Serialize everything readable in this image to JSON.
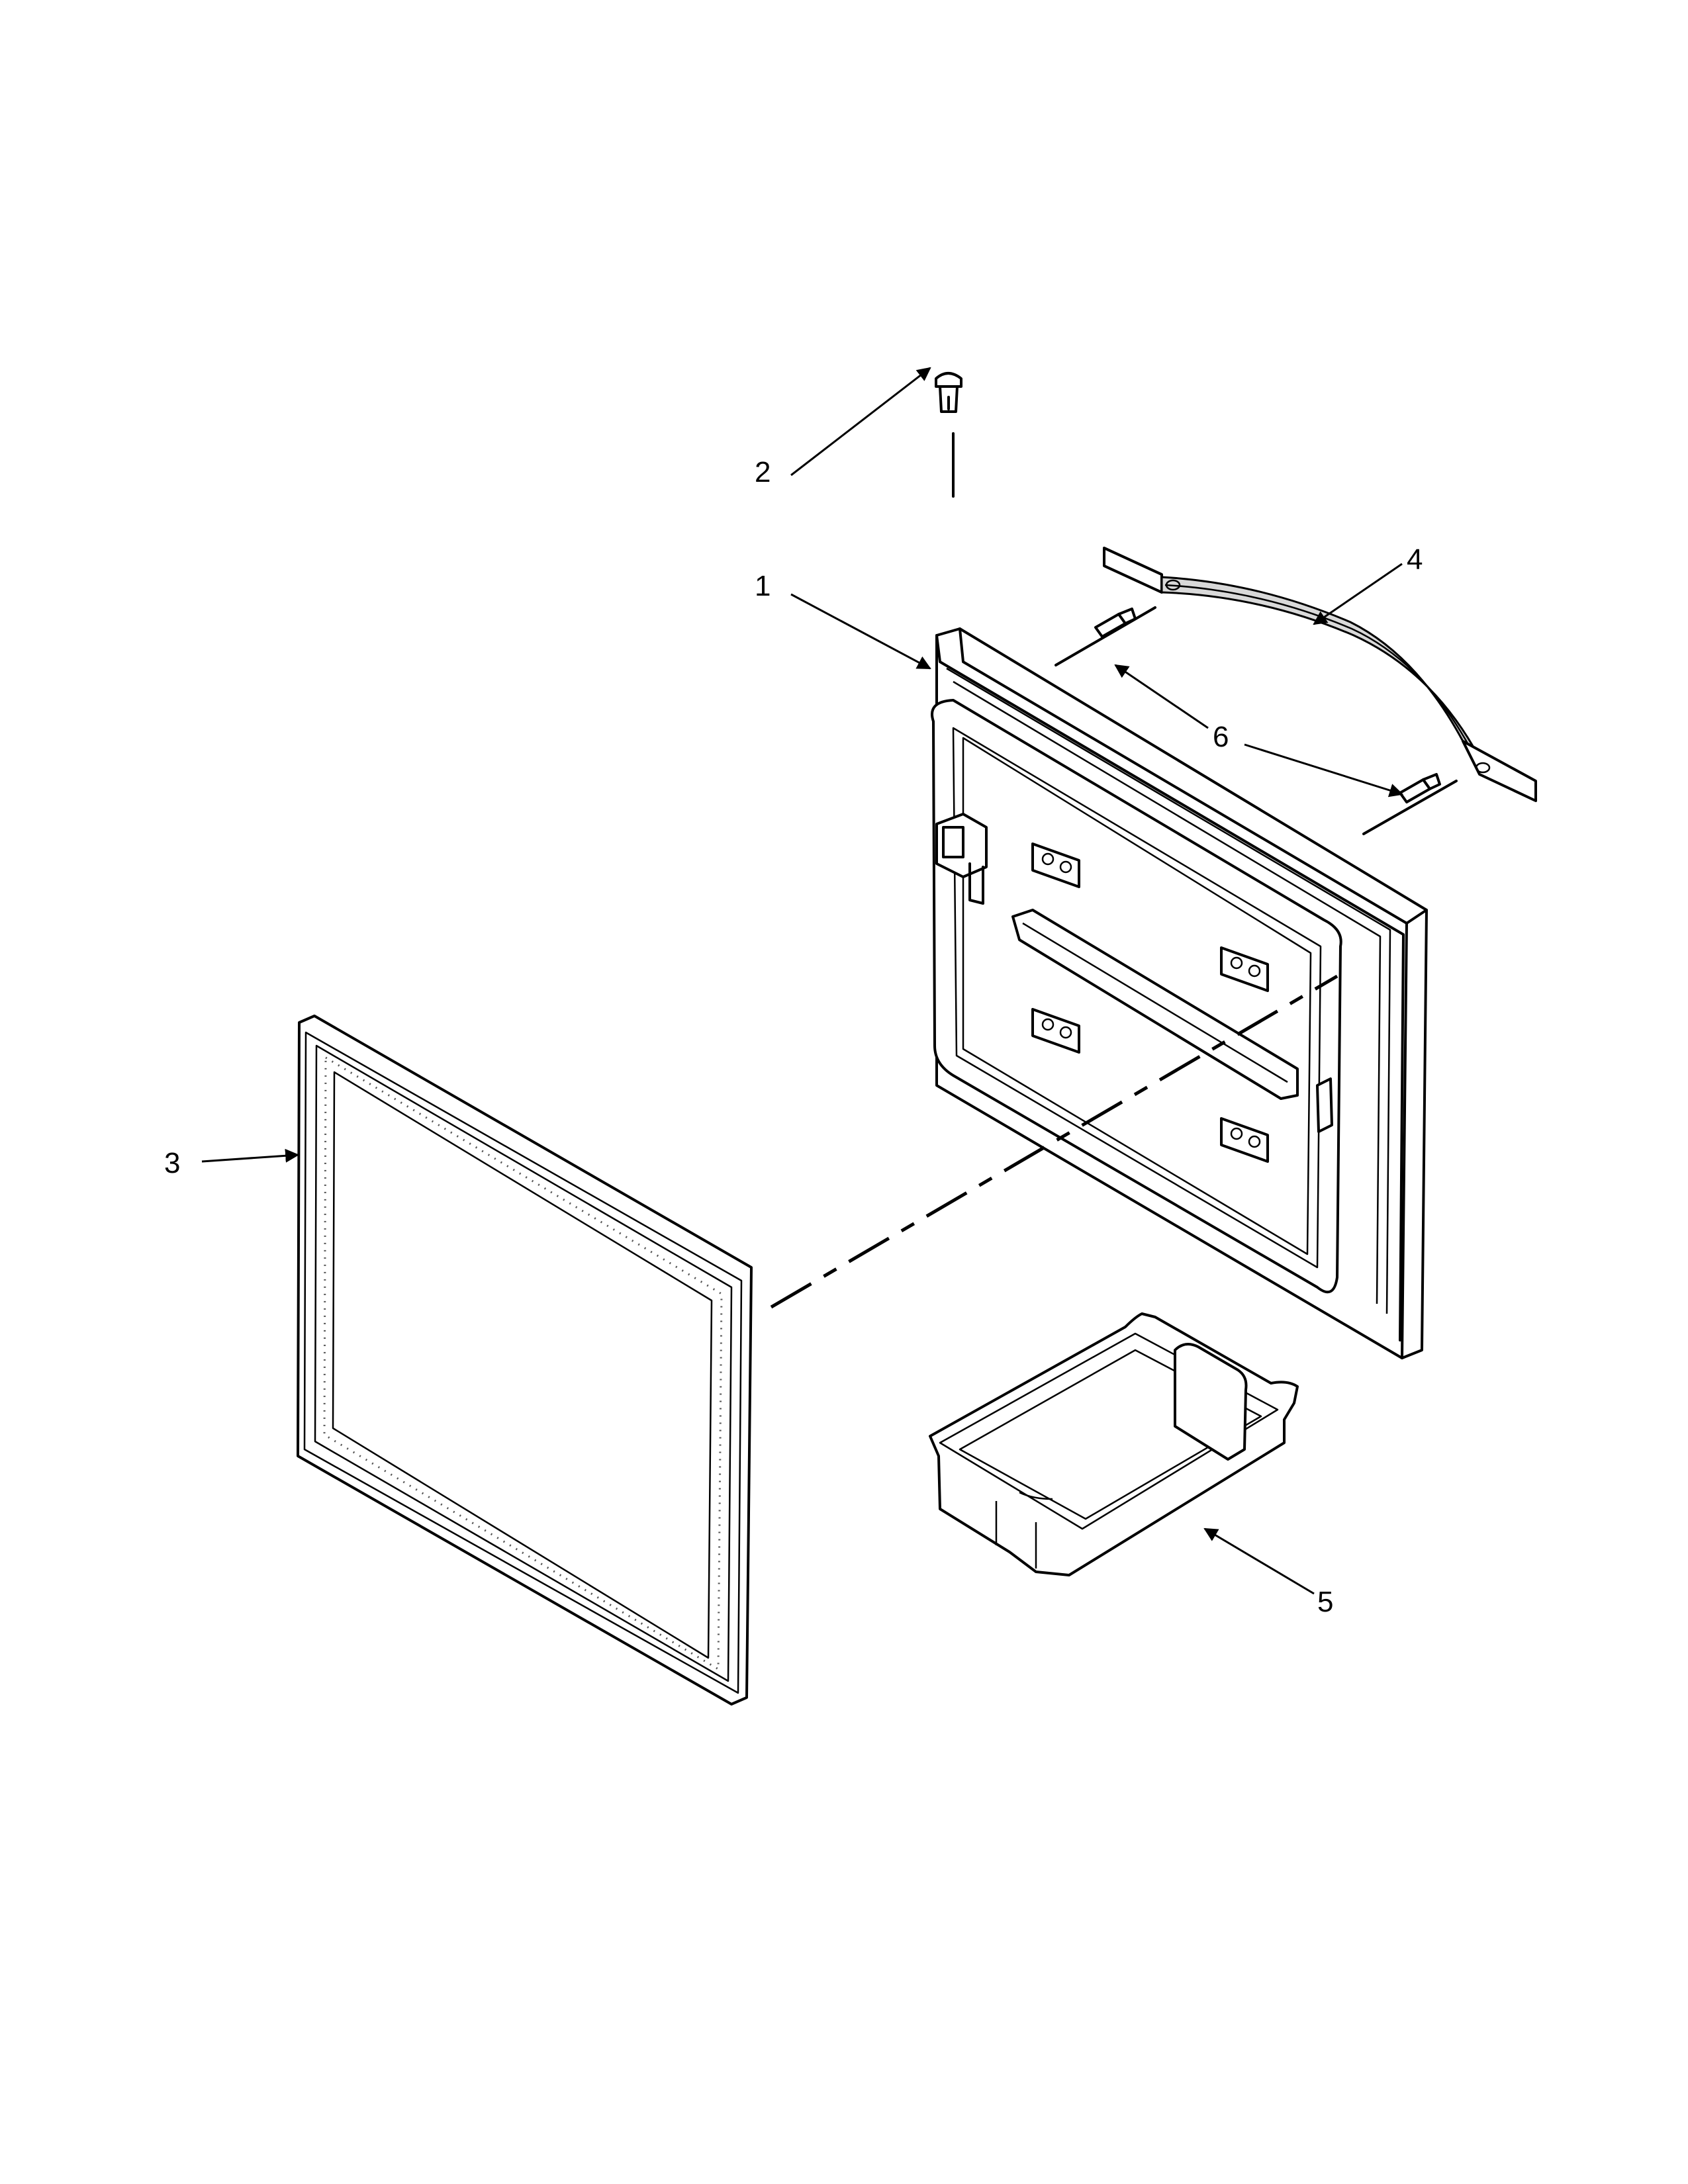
{
  "diagram": {
    "callouts": [
      {
        "id": "1",
        "label": "1",
        "part": "door"
      },
      {
        "id": "2",
        "label": "2",
        "part": "plug"
      },
      {
        "id": "3",
        "label": "3",
        "part": "gasket"
      },
      {
        "id": "4",
        "label": "4",
        "part": "handle"
      },
      {
        "id": "5",
        "label": "5",
        "part": "basket"
      },
      {
        "id": "6",
        "label": "6",
        "part": "screw"
      }
    ],
    "colors": {
      "line": "#000000",
      "background": "#ffffff",
      "handle_shade": "#d9d9d9"
    }
  }
}
